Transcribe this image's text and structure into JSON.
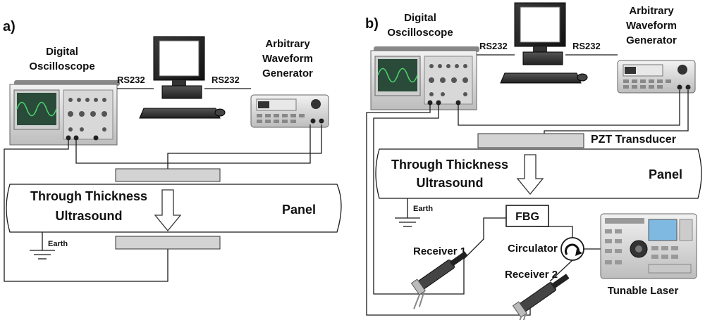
{
  "panel_a": {
    "label": "a)",
    "oscilloscope": [
      "Digital",
      "Oscilloscope"
    ],
    "pc": "PC",
    "rs232_left": "RS232",
    "rs232_right": "RS232",
    "generator": [
      "Arbitrary",
      "Waveform",
      "Generator"
    ],
    "through": [
      "Through Thickness",
      "Ultrasound"
    ],
    "panel": "Panel",
    "earth": "Earth"
  },
  "panel_b": {
    "label": "b)",
    "oscilloscope": [
      "Digital",
      "Oscilloscope"
    ],
    "pc": "PC",
    "rs232_left": "RS232",
    "rs232_right": "RS232",
    "generator": [
      "Arbitrary",
      "Waveform",
      "Generator"
    ],
    "pzt": "PZT Transducer",
    "through": [
      "Through Thickness",
      "Ultrasound"
    ],
    "panel": "Panel",
    "earth": "Earth",
    "fbg": "FBG",
    "receiver1": "Receiver 1",
    "receiver2": "Receiver 2",
    "circulator": "Circulator",
    "laser": "Tunable Laser"
  },
  "colors": {
    "line": "#1a1a1a",
    "transducer": "#d3d3d3",
    "screen": "#2a4a3a",
    "trace": "#4ad36a"
  }
}
